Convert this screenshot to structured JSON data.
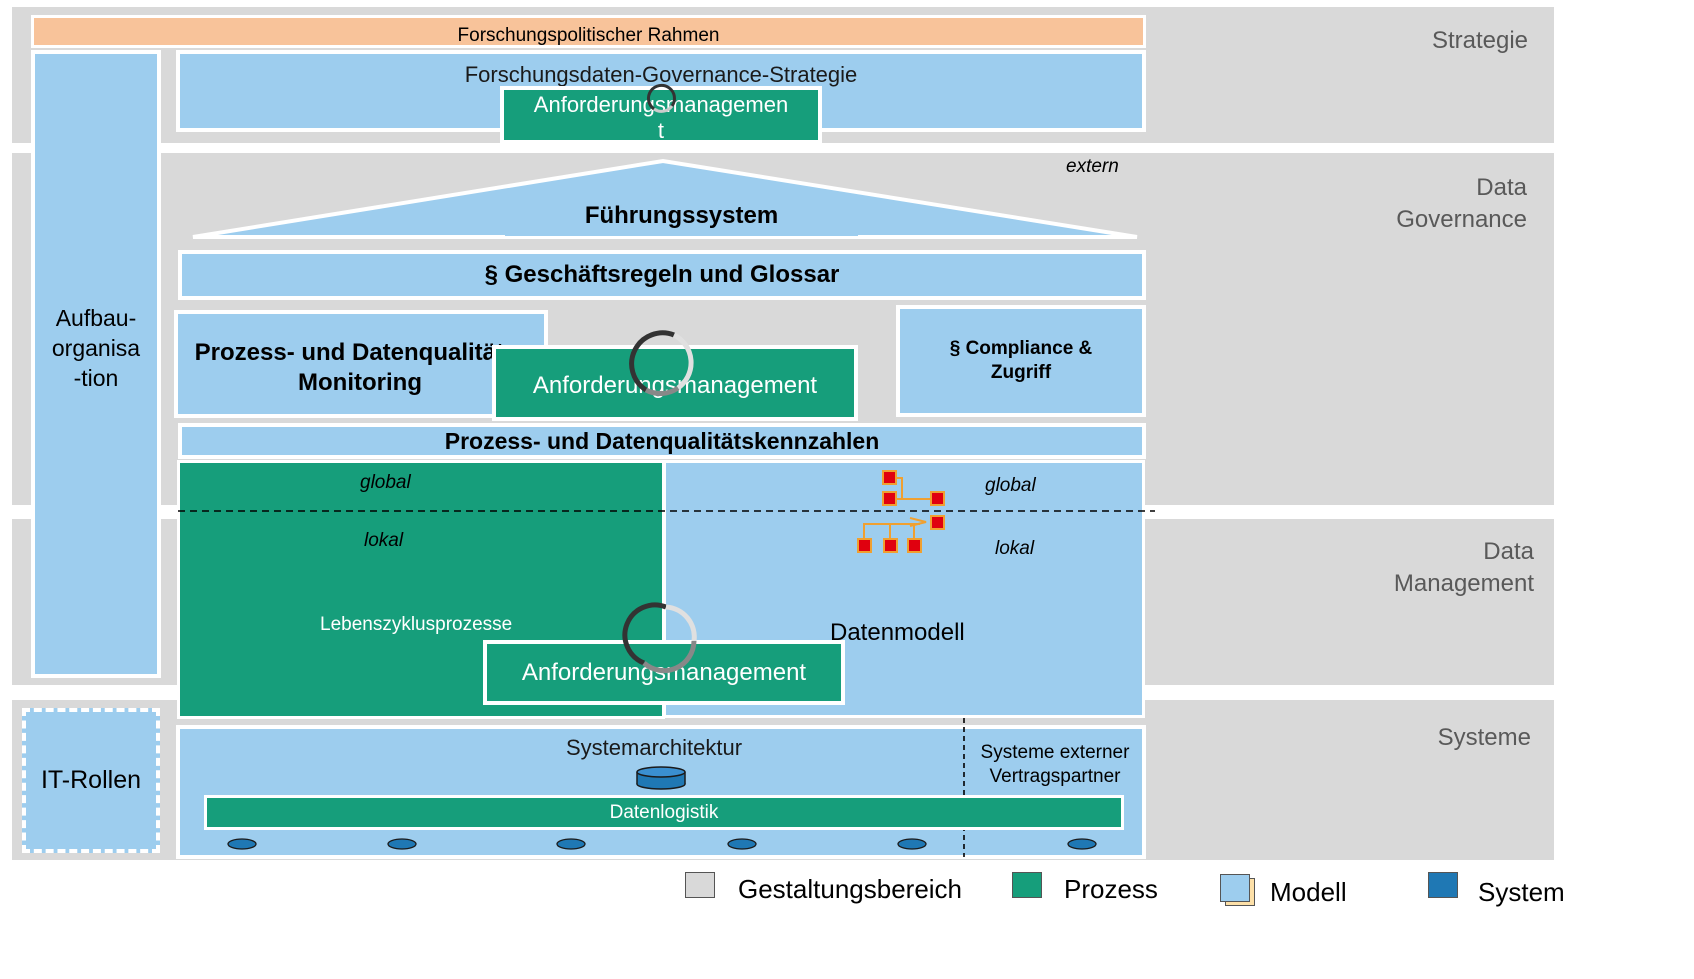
{
  "layers": {
    "strategie": "Strategie",
    "governance": "Data\nGovernance",
    "management": "Data\nManagement",
    "systeme": "Systeme"
  },
  "boxes": {
    "rahmen": "Forschungspolitischer Rahmen",
    "strategie": "Forschungsdaten-Governance-Strategie",
    "anforderung_strategie": "Anforderungsmanagemen\nt",
    "extern": "extern",
    "fuehrung": "Führungssystem",
    "geschaeftsregeln": "§ Geschäftsregeln und Glossar",
    "monitoring": "Prozess- und Datenqualitäts-\nMonitoring",
    "anforderung_governance": "Anforderungsmanagement",
    "compliance": "§ Compliance &\nZugriff",
    "kennzahlen": "Prozess- und Datenqualitätskennzahlen",
    "aufbau": "Aufbau-\norganisa\n-tion",
    "global_left": "global",
    "lokal_left": "lokal",
    "lebenszyklus": "Lebenszyklusprozesse",
    "global_right": "global",
    "lokal_right": "lokal",
    "datenmodell": "Datenmodell",
    "anforderung_management": "Anforderungsmanagement",
    "it_rollen": "IT-Rollen",
    "systemarchitektur": "Systemarchitektur",
    "externe_systeme": "Systeme externer\nVertragspartner",
    "datenlogistik": "Datenlogistik"
  },
  "legend": {
    "items": [
      {
        "label": "Gestaltungsbereich",
        "color": "#d9d9d9"
      },
      {
        "label": "Prozess",
        "color": "#169e7b"
      },
      {
        "label": "Modell",
        "color": "#9dcdee"
      },
      {
        "label": "System",
        "color": "#1f78b4"
      }
    ]
  },
  "colors": {
    "band": "#d9d9d9",
    "model": "#9dcdee",
    "process": "#169e7b",
    "system": "#1f78b4",
    "rahmen": "#f8c39a",
    "hierarchy_node": "#e0000f",
    "hierarchy_line": "#f0a030"
  },
  "icons": [
    "cycle-icon",
    "database-icon",
    "hierarchy-icon"
  ]
}
